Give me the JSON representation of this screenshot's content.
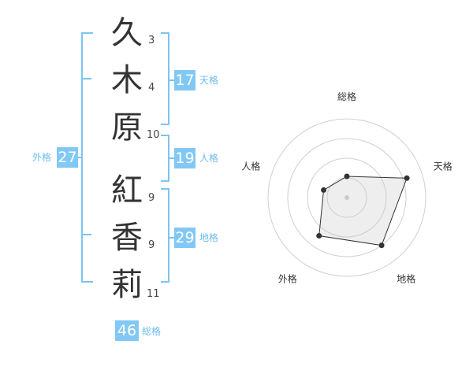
{
  "characters": [
    {
      "char": "久",
      "strokes": "3"
    },
    {
      "char": "木",
      "strokes": "4"
    },
    {
      "char": "原",
      "strokes": "10"
    },
    {
      "char": "紅",
      "strokes": "9"
    },
    {
      "char": "香",
      "strokes": "9"
    },
    {
      "char": "莉",
      "strokes": "11"
    }
  ],
  "kaku": {
    "tenkaku": {
      "value": "17",
      "label": "天格"
    },
    "jinkaku": {
      "value": "19",
      "label": "人格"
    },
    "chikaku": {
      "value": "29",
      "label": "地格"
    },
    "gaikaku": {
      "value": "27",
      "label": "外格"
    },
    "soukaku": {
      "value": "46",
      "label": "総格"
    }
  },
  "colors": {
    "accent": "#82c8f5",
    "accent_text": "#6cbcf0",
    "bracket": "#7cc4f2"
  },
  "chart_data": {
    "type": "radar",
    "axes": [
      "総格",
      "天格",
      "地格",
      "外格",
      "人格"
    ],
    "rings": 4,
    "values": [
      0.27,
      0.8,
      0.75,
      0.6,
      0.31
    ]
  }
}
